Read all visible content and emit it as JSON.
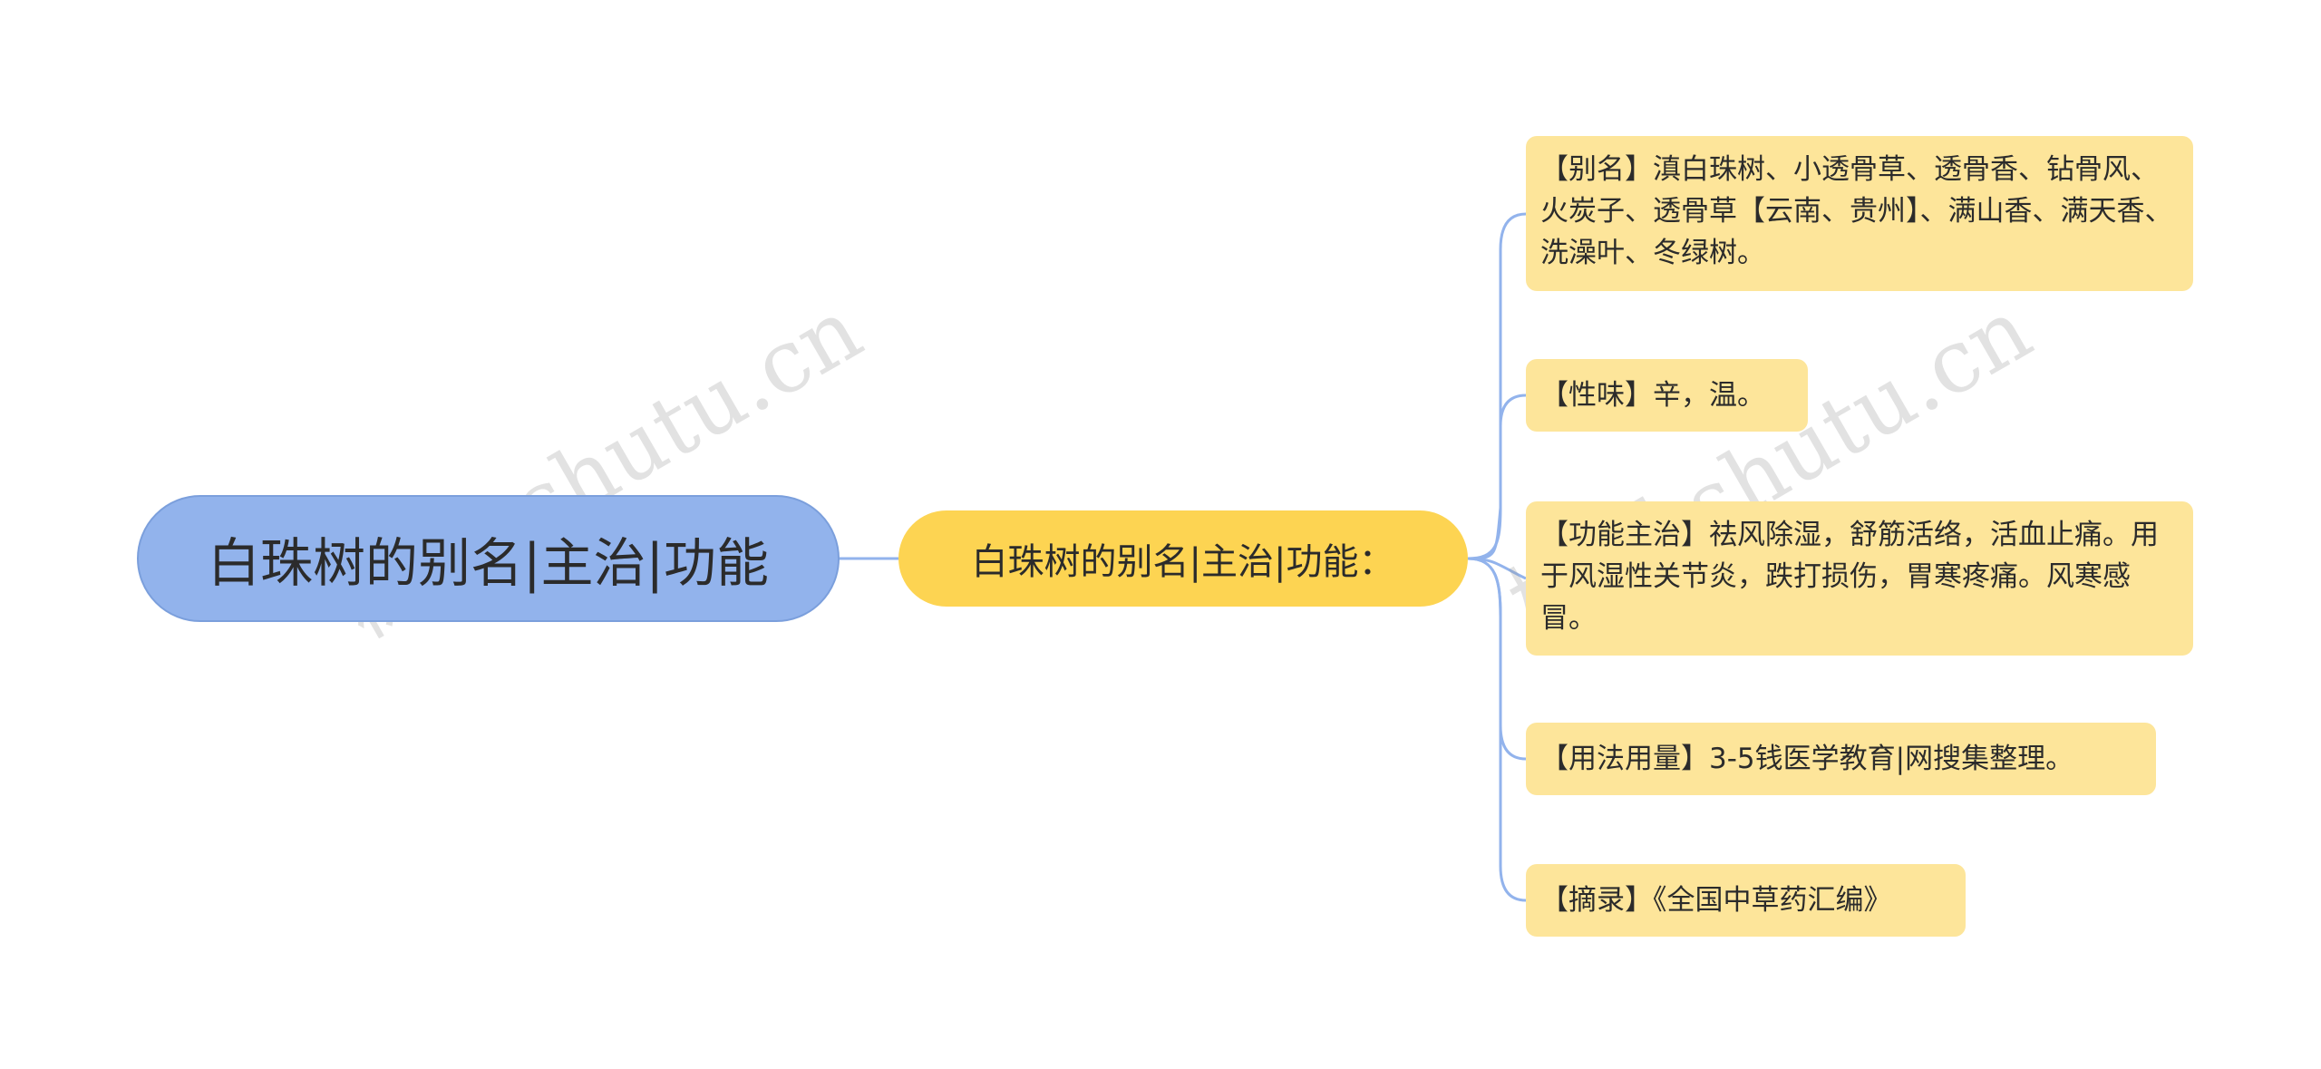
{
  "root": {
    "label": "白珠树的别名|主治|功能"
  },
  "branch": {
    "label": "白珠树的别名|主治|功能："
  },
  "leaves": [
    {
      "text": "【别名】滇白珠树、小透骨草、透骨香、钻骨风、火炭子、透骨草【云南、贵州】、满山香、满天香、洗澡叶、冬绿树。"
    },
    {
      "text": "【性味】辛，温。"
    },
    {
      "text": "【功能主治】祛风除湿，舒筋活络，活血止痛。用于风湿性关节炎，跌打损伤，胃寒疼痛。风寒感冒。"
    },
    {
      "text": "【用法用量】3-5钱医学教育|网搜集整理。"
    },
    {
      "text": "【摘录】《全国中草药汇编》"
    }
  ],
  "watermarks": [
    "树图 shutu.cn",
    "树图 shutu.cn"
  ],
  "colors": {
    "root_fill": "#92b3ec",
    "branch_fill": "#fdd452",
    "leaf_fill": "#fde59a",
    "connector": "#92b3ec"
  }
}
